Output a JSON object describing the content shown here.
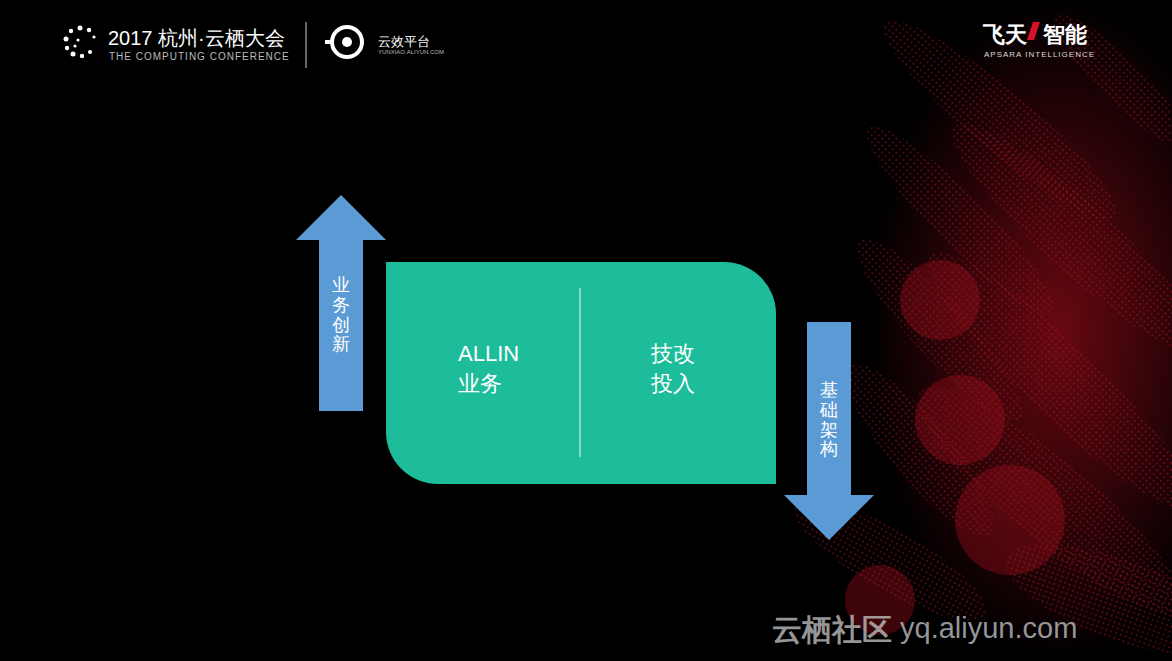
{
  "diagram": {
    "nodes": [
      {
        "text": [
          "业务创新"
        ]
      },
      {
        "text": [
          "ALLIN 业务",
          "技改 投入"
        ]
      },
      {
        "text": [
          "基础架构"
        ]
      }
    ],
    "labels": [
      "2017 杭州·云栖大会",
      "THE COMPUTING CONFERENCE",
      "云效平台",
      "YUNXIAO.ALIYUN.COM",
      "飞天",
      "智能",
      "APSARA INTELLIGENCE",
      "云栖社区",
      "yq.aliyun.com"
    ]
  }
}
